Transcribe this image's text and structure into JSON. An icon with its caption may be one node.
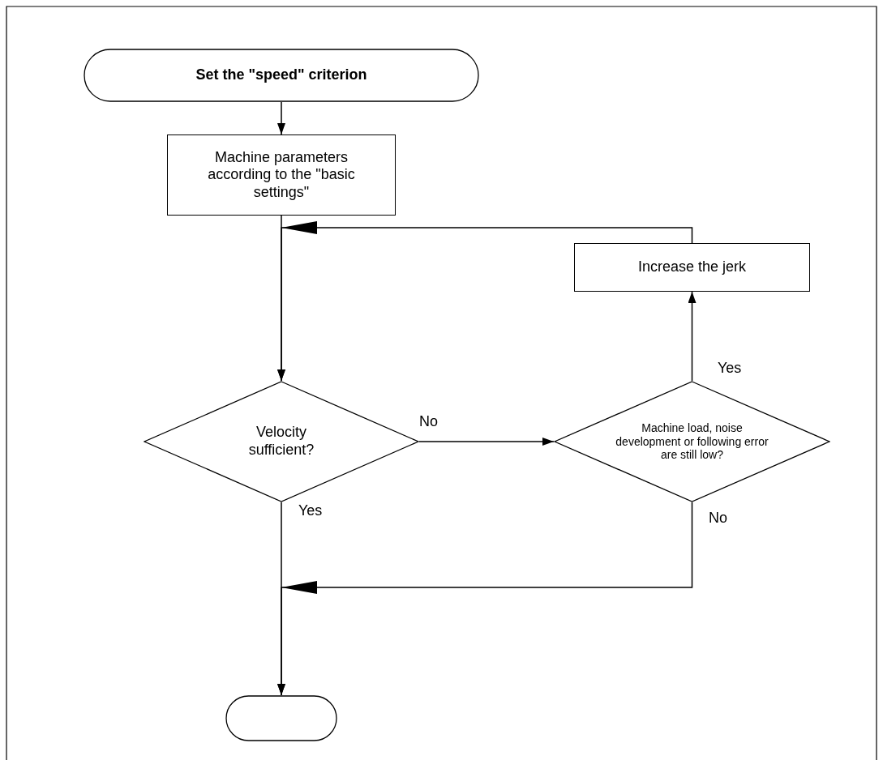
{
  "diagram": {
    "nodes": [
      {
        "text": [
          "Set the \"speed\" criterion"
        ]
      },
      {
        "text": [
          "Machine parameters according to the \"basic settings\""
        ]
      },
      {
        "text": [
          "Increase the jerk"
        ]
      },
      {
        "text": [
          "Velocity sufficient?"
        ]
      },
      {
        "text": [
          "Machine load, noise development or following error are still low?"
        ]
      },
      {
        "text": [],
        "shape": "oval"
      }
    ],
    "edges": [
      {
        "from": 0,
        "to": 1,
        "arrow": "to"
      },
      {
        "from": 1,
        "to": 3,
        "arrow": "to"
      },
      {
        "from": 2,
        "to": 3,
        "arrow": "to"
      },
      {
        "from": 3,
        "to": 4,
        "arrow": "to",
        "label": "No"
      },
      {
        "from": 4,
        "to": 2,
        "arrow": "to",
        "label": "Yes"
      },
      {
        "from": 4,
        "to": 5,
        "arrow": "to",
        "label": "No"
      },
      {
        "from": 3,
        "to": 5,
        "arrow": "to",
        "label": "Yes"
      }
    ]
  }
}
